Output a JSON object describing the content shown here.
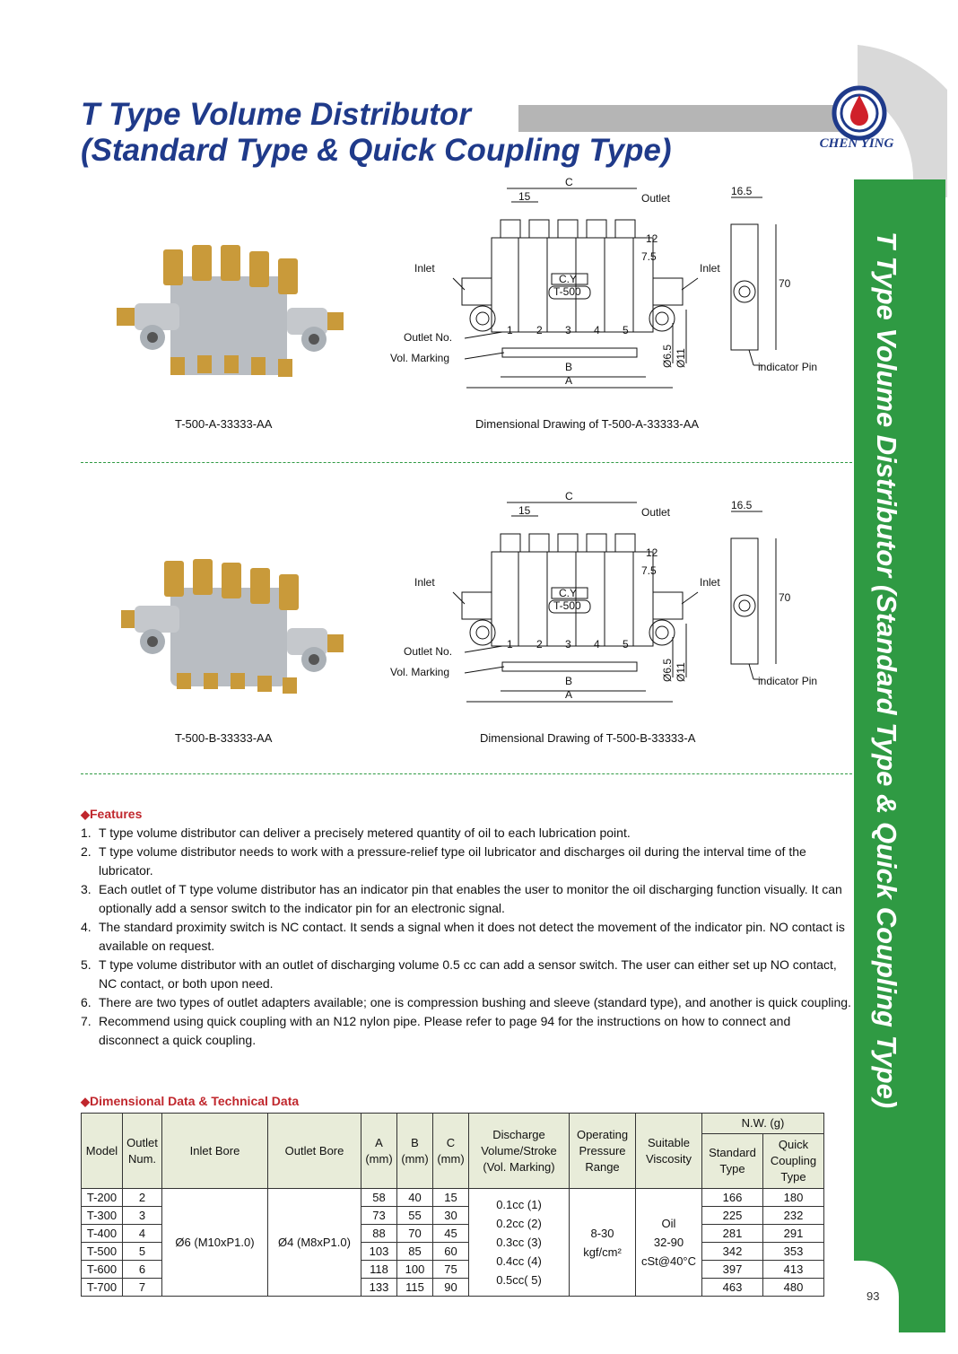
{
  "header": {
    "title_line1": "T Type Volume Distributor",
    "title_line2": "(Standard Type & Quick Coupling Type)",
    "brand": "CHEN YING"
  },
  "sidebar": {
    "vertical_title": "T Type Volume Distributor (Standard Type & Quick Coupling Type)",
    "page_number": "93"
  },
  "products": [
    {
      "caption": "T-500-A-33333-AA",
      "drawing_caption": "Dimensional Drawing of T-500-A-33333-AA"
    },
    {
      "caption": "T-500-B-33333-AA",
      "drawing_caption": "Dimensional Drawing of T-500-B-33333-A"
    }
  ],
  "drawing_labels": {
    "c": "C",
    "d15": "15",
    "outlet": "Outlet",
    "d165": "16.5",
    "d12": "12",
    "d75": "7.5",
    "inlet": "Inlet",
    "cy": "C.Y",
    "model": "T-500",
    "d70": "70",
    "outlet_no": "Outlet No.",
    "vol_marking": "Vol. Marking",
    "n1": "1",
    "n2": "2",
    "n3": "3",
    "n4": "4",
    "n5": "5",
    "d65": "Ø6.5",
    "d11": "Ø11",
    "b": "B",
    "a": "A",
    "indicator": "indicator Pin"
  },
  "features": {
    "heading": "Features",
    "items": [
      {
        "n": "1.",
        "text": "T type volume distributor can deliver a precisely metered quantity of oil to each lubrication point."
      },
      {
        "n": "2.",
        "text": "T type volume distributor needs to work with a pressure-relief type oil lubricator and discharges oil during the interval time of the lubricator."
      },
      {
        "n": "3.",
        "text": "Each outlet of T type volume distributor has an indicator pin that enables the user to monitor the oil discharging function visually. It can optionally add a sensor switch to the indicator pin for an electronic signal."
      },
      {
        "n": "4.",
        "text": "The standard proximity switch is NC contact. It sends a signal when it does not detect the movement of the indicator pin. NO contact is available on request."
      },
      {
        "n": "5.",
        "text": "T type volume distributor with an outlet of discharging volume 0.5 cc can add a sensor switch. The user can either set up NO contact, NC contact, or both upon need."
      },
      {
        "n": "6.",
        "text": "There are two types of outlet adapters available; one is compression bushing and sleeve (standard type), and another is quick coupling."
      },
      {
        "n": "7.",
        "text": "Recommend using quick coupling with an N12 nylon pipe. Please refer to page 94 for the instructions on how to connect and disconnect a quick coupling."
      }
    ]
  },
  "table": {
    "heading": "Dimensional Data & Technical Data",
    "headers": {
      "model": "Model",
      "outlet_num": "Outlet Num.",
      "inlet_bore": "Inlet Bore",
      "outlet_bore": "Outlet Bore",
      "a": "A (mm)",
      "b": "B (mm)",
      "c": "C (mm)",
      "discharge": "Discharge Volume/Stroke (Vol. Marking)",
      "pressure": "Operating Pressure Range",
      "viscosity": "Suitable Viscosity",
      "nw": "N.W. (g)",
      "standard": "Standard Type",
      "quick": "Quick Coupling Type"
    },
    "shared": {
      "inlet_bore": "Ø6 (M10xP1.0)",
      "outlet_bore": "Ø4 (M8xP1.0)",
      "discharge": [
        "0.1cc (1)",
        "0.2cc (2)",
        "0.3cc (3)",
        "0.4cc (4)",
        "0.5cc( 5)"
      ],
      "pressure": [
        "8-30",
        "kgf/cm²"
      ],
      "viscosity": [
        "Oil",
        "32-90",
        "cSt@40°C"
      ]
    },
    "rows": [
      {
        "model": "T-200",
        "outlets": "2",
        "a": "58",
        "b": "40",
        "c": "15",
        "std": "166",
        "quick": "180"
      },
      {
        "model": "T-300",
        "outlets": "3",
        "a": "73",
        "b": "55",
        "c": "30",
        "std": "225",
        "quick": "232"
      },
      {
        "model": "T-400",
        "outlets": "4",
        "a": "88",
        "b": "70",
        "c": "45",
        "std": "281",
        "quick": "291"
      },
      {
        "model": "T-500",
        "outlets": "5",
        "a": "103",
        "b": "85",
        "c": "60",
        "std": "342",
        "quick": "353"
      },
      {
        "model": "T-600",
        "outlets": "6",
        "a": "118",
        "b": "100",
        "c": "75",
        "std": "397",
        "quick": "413"
      },
      {
        "model": "T-700",
        "outlets": "7",
        "a": "133",
        "b": "115",
        "c": "90",
        "std": "463",
        "quick": "480"
      }
    ]
  }
}
